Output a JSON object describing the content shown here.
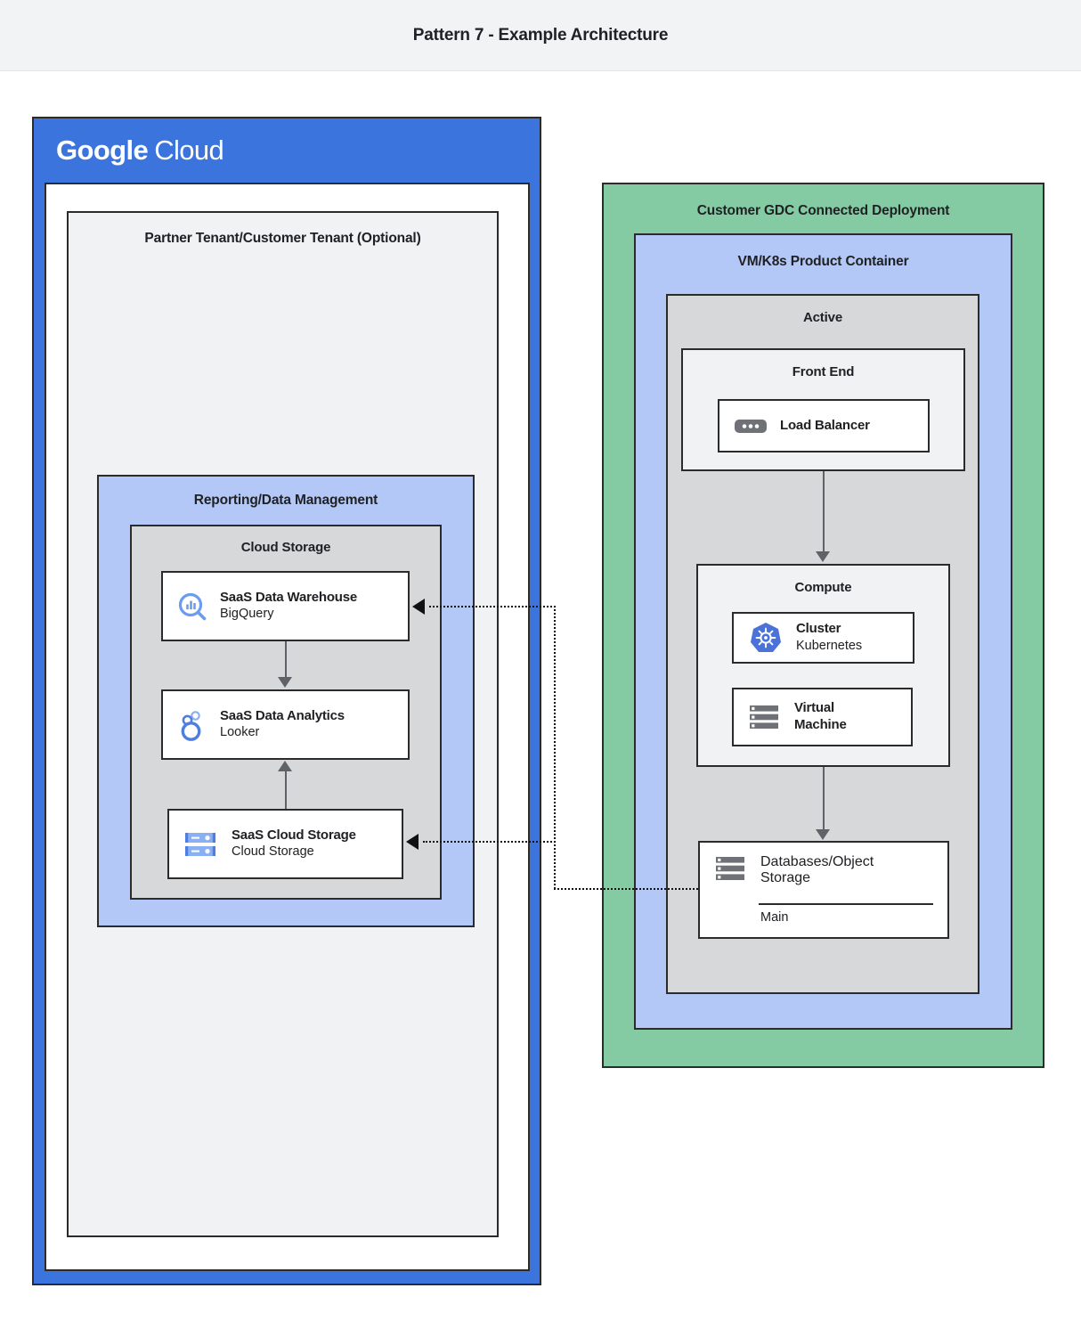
{
  "header": {
    "title": "Pattern 7 - Example Architecture"
  },
  "google_cloud": {
    "logo_primary": "Google",
    "logo_secondary": "Cloud",
    "brand_color": "#3b74dd",
    "tenant": {
      "title": "Partner Tenant/Customer Tenant (Optional)"
    },
    "reporting": {
      "title": "Reporting/Data Management",
      "color": "#b3c8f6",
      "cloud_storage_group": {
        "title": "Cloud Storage",
        "color": "#d7d8da",
        "cards": [
          {
            "label": "SaaS Data Warehouse",
            "sub": "BigQuery",
            "icon": "bigquery-icon"
          },
          {
            "label": "SaaS Data Analytics",
            "sub": "Looker",
            "icon": "looker-icon"
          },
          {
            "label": "SaaS Cloud Storage",
            "sub": "Cloud Storage",
            "icon": "cloud-storage-icon"
          }
        ]
      }
    }
  },
  "gdc": {
    "title": "Customer GDC Connected Deployment",
    "color": "#84cba4",
    "product_container": {
      "title": "VM/K8s Product Container",
      "color": "#b3c8f6"
    },
    "active": {
      "title": "Active",
      "color": "#d7d8da"
    },
    "front_end": {
      "title": "Front End",
      "cards": [
        {
          "label": "Load Balancer",
          "sub": "",
          "icon": "load-balancer-icon"
        }
      ]
    },
    "compute": {
      "title": "Compute",
      "cards": [
        {
          "label": "Cluster",
          "sub": "Kubernetes",
          "icon": "kubernetes-icon"
        },
        {
          "label": "Virtual",
          "label2": "Machine",
          "sub": "",
          "icon": "virtual-machine-icon"
        }
      ]
    },
    "database": {
      "label": "Databases/Object",
      "label2": "Storage",
      "sub": "Main",
      "icon": "database-icon"
    }
  }
}
